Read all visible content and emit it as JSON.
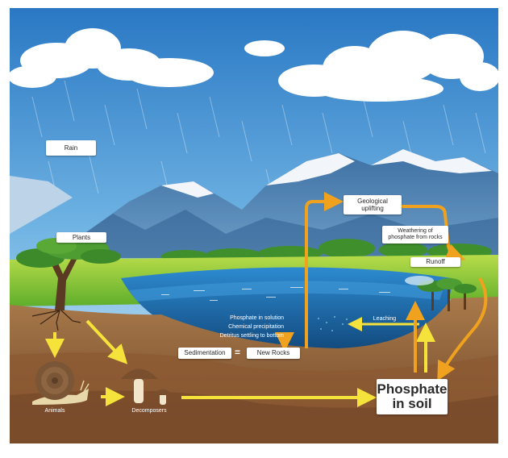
{
  "labels": {
    "rain": "Rain",
    "plants": "Plants",
    "animals": "Animals",
    "decomposers": "Decomposers",
    "geological_uplifting_1": "Geological",
    "geological_uplifting_2": "uplifting",
    "weathering_1": "Weathering of",
    "weathering_2": "phosphate from rocks",
    "runoff": "Runoff",
    "leaching": "Leaching",
    "sedimentation": "Sedimentation",
    "equals": "=",
    "new_rocks": "New Rocks",
    "solution_1": "Phosphate in solution",
    "solution_2": "Chemical precipitation",
    "solution_3": "Detritus settling to bottom",
    "phosphate_soil_1": "Phosphate",
    "phosphate_soil_2": "in soil"
  },
  "colors": {
    "sky_top": "#2f7fc8",
    "sky_bottom": "#c9e6f7",
    "mountain": "#4a7eb0",
    "snow": "#f2f6fa",
    "grass": "#7cc23a",
    "lake": "#1f5f9a",
    "soil": "#8a5a33",
    "arrow_yellow": "#f5e23a",
    "arrow_orange": "#f0a21e"
  },
  "icons": [
    "tree-icon",
    "snail-icon",
    "mushroom-icon",
    "shrub-icon",
    "cloud-icon"
  ]
}
